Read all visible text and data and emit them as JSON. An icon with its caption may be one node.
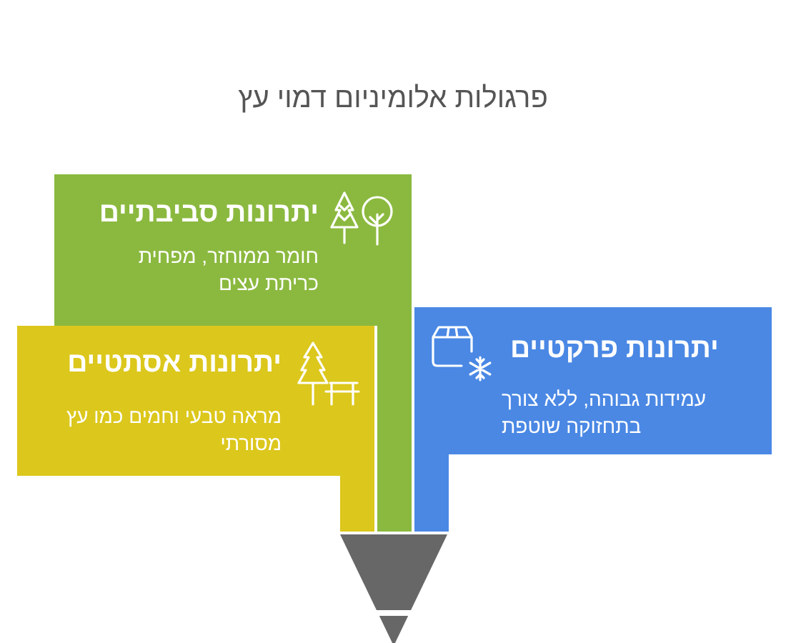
{
  "diagram": {
    "title": "פרגולות אלומיניום דמוי עץ",
    "nodes": [
      {
        "text": [
          "יתרונות סביבתיים",
          "חומר ממוחזר, מפחית כריתת עצים"
        ]
      },
      {
        "text": [
          "יתרונות פרקטיים",
          "עמידות גבוהה, ללא צורך בתחזוקה שוטפת"
        ]
      },
      {
        "text": [
          "יתרונות אסתטיים",
          "מראה טבעי וחמים כמו עץ מסורתי"
        ]
      },
      {
        "text": [],
        "shape": "funnel"
      }
    ],
    "edges": [
      {
        "from": 0,
        "to": 3,
        "arrow": "none",
        "color": "#8bb93f"
      },
      {
        "from": 1,
        "to": 3,
        "arrow": "none",
        "color": "#4a88e4"
      },
      {
        "from": 2,
        "to": 3,
        "arrow": "none",
        "color": "#dcc71c"
      }
    ]
  }
}
